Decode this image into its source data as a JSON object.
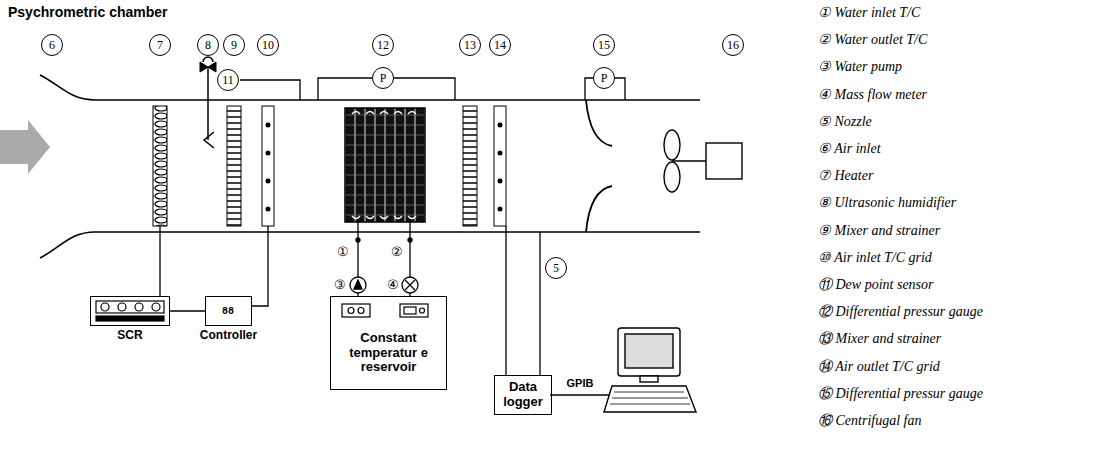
{
  "diagram": {
    "title": "Psychrometric chamber",
    "nodes": [
      {
        "text": [
          "SCR"
        ]
      },
      {
        "text": [
          "Controller"
        ]
      },
      {
        "text": [
          "Constant temperatur e reservoir"
        ]
      },
      {
        "text": [
          "Data logger"
        ]
      }
    ],
    "edges": [
      {
        "from": 0,
        "to": 1,
        "arrow": "none"
      }
    ],
    "labels": [
      "6",
      "7",
      "8",
      "9",
      "10",
      "11",
      "12",
      "13",
      "14",
      "15",
      "16",
      "P",
      "P",
      "①",
      "②",
      "③",
      "④",
      "5",
      "88",
      "GPIB",
      "① Water inlet T/C",
      "② Water outlet T/C",
      "③ Water pump",
      "④ Mass flow meter",
      "⑤ Nozzle",
      "⑥ Air inlet",
      "⑦ Heater",
      "⑧ Ultrasonic humidifier",
      "⑨ Mixer and strainer",
      "⑩ Air inlet T/C grid",
      "⑪ Dew point sensor",
      "⑫ Differential pressur gauge",
      "⑬ Mixer and strainer",
      "⑭ Air outlet T/C grid",
      "⑮ Differential pressur gauge",
      "⑯ Centrifugal fan"
    ]
  }
}
